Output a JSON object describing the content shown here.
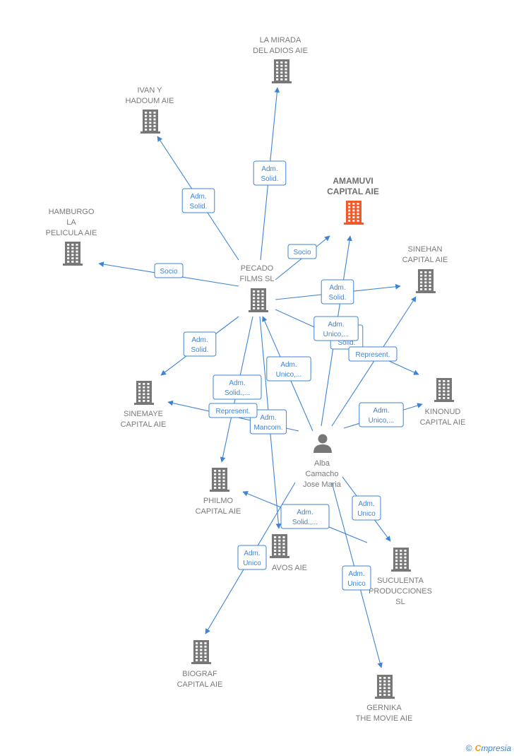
{
  "colors": {
    "edge": "#3f84d4",
    "building": "#777777",
    "focus_building": "#f0592a",
    "person": "#777777"
  },
  "nodes": [
    {
      "id": "pecado",
      "type": "company",
      "lines": [
        "PECADO",
        "FILMS SL"
      ]
    },
    {
      "id": "amamuvi",
      "type": "company",
      "focus": true,
      "lines": [
        "AMAMUVI",
        "CAPITAL AIE"
      ]
    },
    {
      "id": "mirada",
      "type": "company",
      "lines": [
        "LA MIRADA",
        "DEL ADIOS AIE"
      ]
    },
    {
      "id": "ivan",
      "type": "company",
      "lines": [
        "IVAN Y",
        "HADOUM AIE"
      ]
    },
    {
      "id": "hamburgo",
      "type": "company",
      "lines": [
        "HAMBURGO",
        "LA",
        "PELICULA AIE"
      ]
    },
    {
      "id": "sinehan",
      "type": "company",
      "lines": [
        "SINEHAN",
        "CAPITAL AIE"
      ]
    },
    {
      "id": "kinonud",
      "type": "company",
      "lines": [
        "KINONUD",
        "CAPITAL AIE"
      ]
    },
    {
      "id": "sinemaye",
      "type": "company",
      "lines": [
        "SINEMAYE",
        "CAPITAL AIE"
      ]
    },
    {
      "id": "philmo",
      "type": "company",
      "lines": [
        "PHILMO",
        "CAPITAL AIE"
      ]
    },
    {
      "id": "avos",
      "type": "company",
      "lines": [
        "AVOS AIE"
      ]
    },
    {
      "id": "suculenta",
      "type": "company",
      "lines": [
        "SUCULENTA",
        "PRODUCCIONES",
        "SL"
      ]
    },
    {
      "id": "biograf",
      "type": "company",
      "lines": [
        "BIOGRAF",
        "CAPITAL AIE"
      ]
    },
    {
      "id": "gernika",
      "type": "company",
      "lines": [
        "GERNIKA",
        "THE MOVIE  AIE"
      ]
    },
    {
      "id": "alba",
      "type": "person",
      "lines": [
        "Alba",
        "Camacho",
        "Jose Maria"
      ]
    }
  ],
  "edges": [
    {
      "from": "pecado",
      "to": "mirada",
      "label": [
        "Adm.",
        "Solid."
      ]
    },
    {
      "from": "pecado",
      "to": "ivan",
      "label": [
        "Adm.",
        "Solid."
      ]
    },
    {
      "from": "pecado",
      "to": "hamburgo",
      "label": [
        "Socio"
      ]
    },
    {
      "from": "pecado",
      "to": "amamuvi",
      "label": [
        "Socio"
      ]
    },
    {
      "from": "pecado",
      "to": "sinehan",
      "label": [
        "Adm.",
        "Solid."
      ]
    },
    {
      "from": "pecado",
      "to": "kinonud",
      "label": [
        "Adm.",
        "Solid."
      ]
    },
    {
      "from": "pecado",
      "to": "sinemaye",
      "label": [
        "Adm.",
        "Solid."
      ]
    },
    {
      "from": "pecado",
      "to": "philmo",
      "label": [
        "Adm.",
        "Solid.,..."
      ]
    },
    {
      "from": "pecado",
      "to": "avos",
      "label": [
        "Adm.",
        "Mancom."
      ]
    },
    {
      "from": "alba",
      "to": "pecado",
      "label": [
        "Adm.",
        "Unico,..."
      ]
    },
    {
      "from": "alba",
      "to": "amamuvi",
      "label": [
        "Adm.",
        "Unico,..."
      ]
    },
    {
      "from": "alba",
      "to": "sinehan",
      "label": [
        "Represent."
      ]
    },
    {
      "from": "alba",
      "to": "kinonud",
      "label": [
        "Adm.",
        "Unico,..."
      ]
    },
    {
      "from": "alba",
      "to": "sinemaye",
      "label": [
        "Represent."
      ]
    },
    {
      "from": "suculenta",
      "to": "philmo",
      "label": [
        "Adm.",
        "Solid.,..."
      ]
    },
    {
      "from": "alba",
      "to": "suculenta",
      "label": [
        "Adm.",
        "Unico"
      ]
    },
    {
      "from": "alba",
      "to": "biograf",
      "label": [
        "Adm.",
        "Unico"
      ]
    },
    {
      "from": "alba",
      "to": "gernika",
      "label": [
        "Adm.",
        "Unico"
      ]
    }
  ],
  "brand": {
    "copyright": "©",
    "e": "C",
    "rest": "mpresia"
  }
}
